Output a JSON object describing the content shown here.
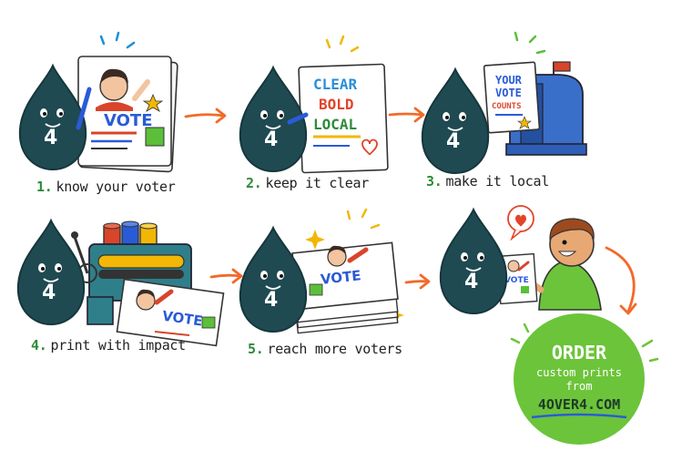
{
  "steps": [
    {
      "number": "1.",
      "text": "know your voter",
      "number_color": "#2e8b3a"
    },
    {
      "number": "2.",
      "text": "keep it clear",
      "number_color": "#2e8b3a"
    },
    {
      "number": "3.",
      "text": "make it local",
      "number_color": "#2e8b3a"
    },
    {
      "number": "4.",
      "text": "print with impact",
      "number_color": "#2e8b3a"
    },
    {
      "number": "5.",
      "text": "reach more voters",
      "number_color": "#2e8b3a"
    }
  ],
  "mascot_label": "4",
  "poster": {
    "vote": "VOTE"
  },
  "clear_sign": {
    "line1": "CLEAR",
    "line2": "BOLD",
    "line3": "LOCAL"
  },
  "mailbox_card": {
    "line1": "YOUR",
    "line2": "VOTE",
    "line3": "COUNTS"
  },
  "order": {
    "title": "ORDER",
    "line1": "custom prints",
    "line2": "from",
    "site": "4OVER4.COM"
  },
  "colors": {
    "mascot": "#1f4a52",
    "green_circle": "#6cc43a",
    "arrow": "#f26a2a",
    "vote_blue": "#2a5bd7",
    "step_green": "#2e8b3a"
  }
}
